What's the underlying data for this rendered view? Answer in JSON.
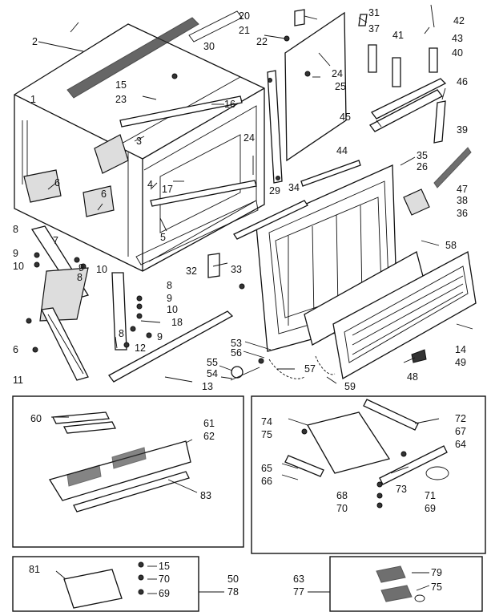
{
  "labels": [
    {
      "id": "p1",
      "text": "1"
    },
    {
      "id": "p2",
      "text": "2"
    },
    {
      "id": "p3",
      "text": "3"
    },
    {
      "id": "p4",
      "text": "4"
    },
    {
      "id": "p5",
      "text": "5"
    },
    {
      "id": "p6a",
      "text": "6"
    },
    {
      "id": "p6b",
      "text": "6"
    },
    {
      "id": "p6c",
      "text": "6"
    },
    {
      "id": "p7",
      "text": "7"
    },
    {
      "id": "p8a",
      "text": "8"
    },
    {
      "id": "p8b",
      "text": "8"
    },
    {
      "id": "p8c",
      "text": "8"
    },
    {
      "id": "p8d",
      "text": "8"
    },
    {
      "id": "p9a",
      "text": "9"
    },
    {
      "id": "p9b",
      "text": "9"
    },
    {
      "id": "p9c",
      "text": "9"
    },
    {
      "id": "p9d",
      "text": "9"
    },
    {
      "id": "p10a",
      "text": "10"
    },
    {
      "id": "p10b",
      "text": "10"
    },
    {
      "id": "p10c",
      "text": "10"
    },
    {
      "id": "p11",
      "text": "11"
    },
    {
      "id": "p12",
      "text": "12"
    },
    {
      "id": "p13",
      "text": "13"
    },
    {
      "id": "p14",
      "text": "14"
    },
    {
      "id": "p15a",
      "text": "15"
    },
    {
      "id": "p16",
      "text": "16"
    },
    {
      "id": "p17",
      "text": "17"
    },
    {
      "id": "p18",
      "text": "18"
    },
    {
      "id": "p20",
      "text": "20"
    },
    {
      "id": "p21",
      "text": "21"
    },
    {
      "id": "p22",
      "text": "22"
    },
    {
      "id": "p23",
      "text": "23"
    },
    {
      "id": "p24a",
      "text": "24"
    },
    {
      "id": "p24b",
      "text": "24"
    },
    {
      "id": "p25",
      "text": "25"
    },
    {
      "id": "p26",
      "text": "26"
    },
    {
      "id": "p29",
      "text": "29"
    },
    {
      "id": "p30",
      "text": "30"
    },
    {
      "id": "p31",
      "text": "31"
    },
    {
      "id": "p32",
      "text": "32"
    },
    {
      "id": "p33",
      "text": "33"
    },
    {
      "id": "p34",
      "text": "34"
    },
    {
      "id": "p35",
      "text": "35"
    },
    {
      "id": "p36",
      "text": "36"
    },
    {
      "id": "p37",
      "text": "37"
    },
    {
      "id": "p38",
      "text": "38"
    },
    {
      "id": "p39",
      "text": "39"
    },
    {
      "id": "p40",
      "text": "40"
    },
    {
      "id": "p41",
      "text": "41"
    },
    {
      "id": "p42",
      "text": "42"
    },
    {
      "id": "p43",
      "text": "43"
    },
    {
      "id": "p44",
      "text": "44"
    },
    {
      "id": "p45",
      "text": "45"
    },
    {
      "id": "p46",
      "text": "46"
    },
    {
      "id": "p47",
      "text": "47"
    },
    {
      "id": "p48",
      "text": "48"
    },
    {
      "id": "p49",
      "text": "49"
    },
    {
      "id": "p53",
      "text": "53"
    },
    {
      "id": "p54",
      "text": "54"
    },
    {
      "id": "p55",
      "text": "55"
    },
    {
      "id": "p56",
      "text": "56"
    },
    {
      "id": "p57",
      "text": "57"
    },
    {
      "id": "p58",
      "text": "58"
    },
    {
      "id": "p59",
      "text": "59"
    },
    {
      "id": "p60",
      "text": "60"
    },
    {
      "id": "p61",
      "text": "61"
    },
    {
      "id": "p62",
      "text": "62"
    },
    {
      "id": "p83",
      "text": "83"
    },
    {
      "id": "p74",
      "text": "74"
    },
    {
      "id": "p75a",
      "text": "75"
    },
    {
      "id": "p72",
      "text": "72"
    },
    {
      "id": "p67",
      "text": "67"
    },
    {
      "id": "p64",
      "text": "64"
    },
    {
      "id": "p65",
      "text": "65"
    },
    {
      "id": "p66",
      "text": "66"
    },
    {
      "id": "p73",
      "text": "73"
    },
    {
      "id": "p68",
      "text": "68"
    },
    {
      "id": "p70a",
      "text": "70"
    },
    {
      "id": "p71",
      "text": "71"
    },
    {
      "id": "p69a",
      "text": "69"
    },
    {
      "id": "p81",
      "text": "81"
    },
    {
      "id": "p15b",
      "text": "15"
    },
    {
      "id": "p70b",
      "text": "70"
    },
    {
      "id": "p69b",
      "text": "69"
    },
    {
      "id": "p50",
      "text": "50"
    },
    {
      "id": "p78",
      "text": "78"
    },
    {
      "id": "p63",
      "text": "63"
    },
    {
      "id": "p77",
      "text": "77"
    },
    {
      "id": "p79",
      "text": "79"
    },
    {
      "id": "p75b",
      "text": "75"
    }
  ]
}
